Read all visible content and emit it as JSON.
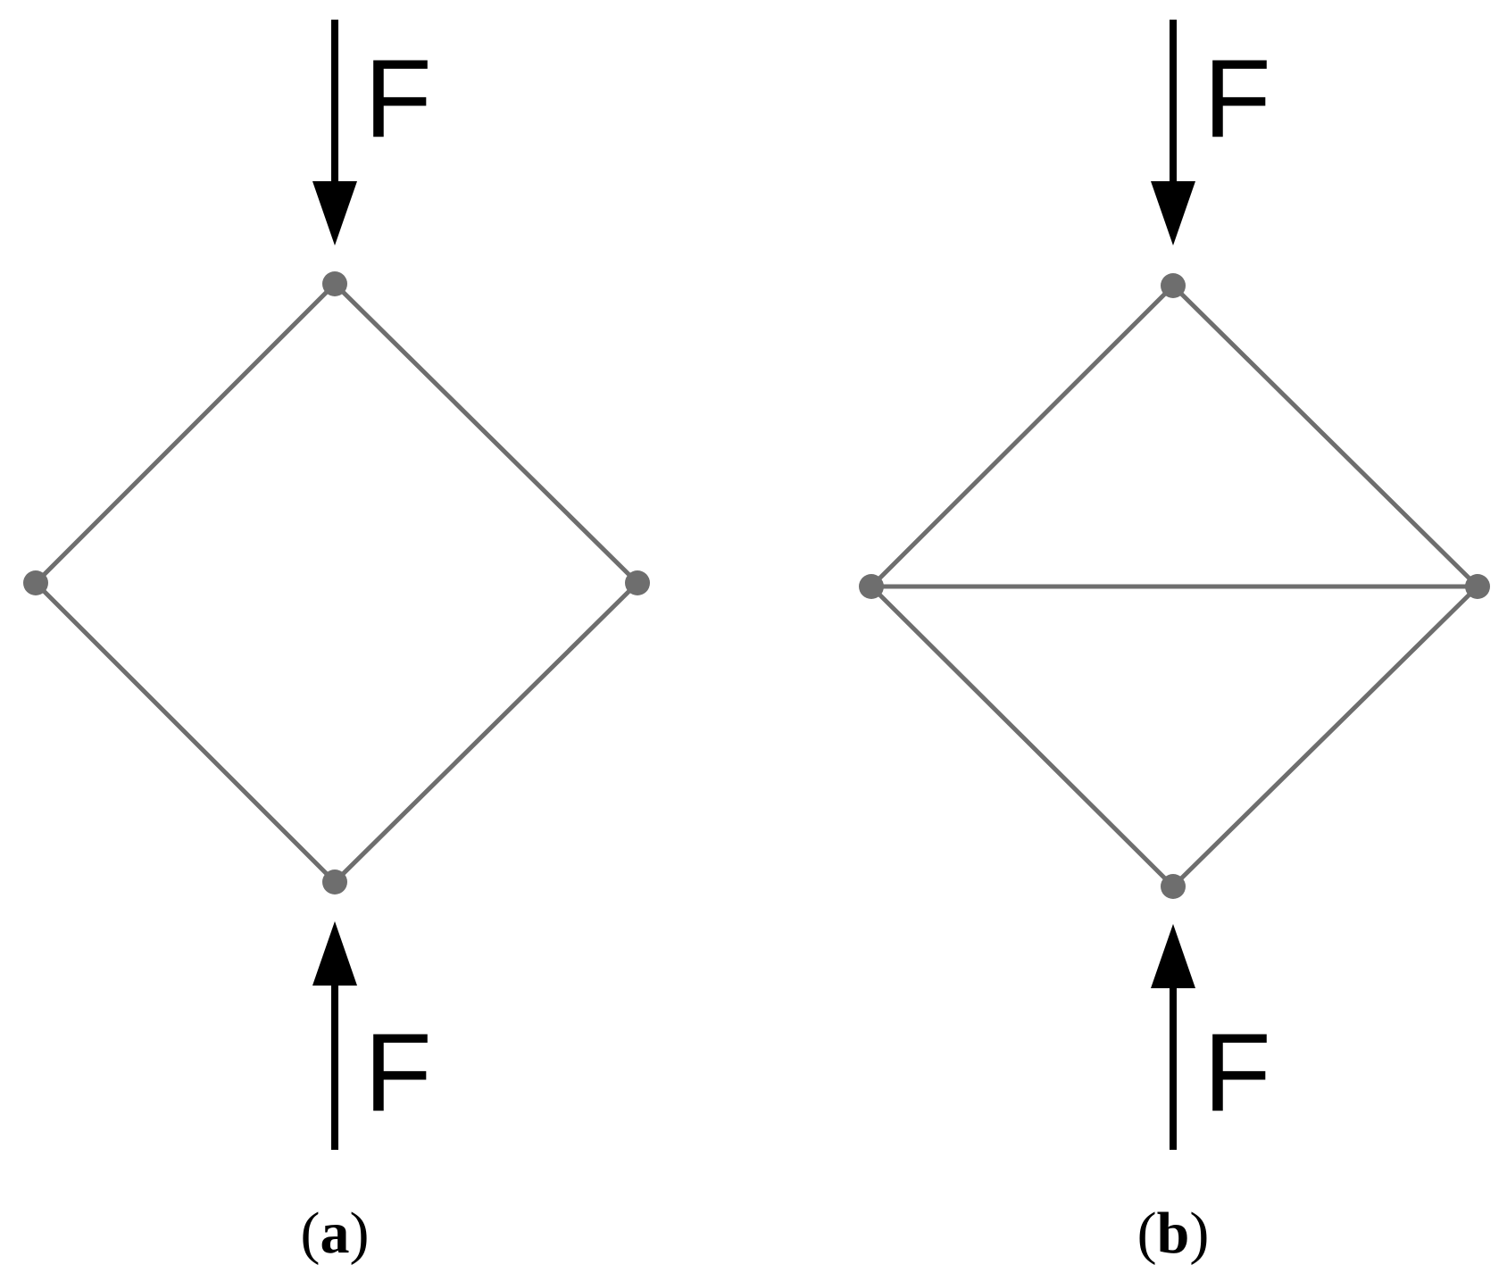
{
  "panels": [
    {
      "id": "a",
      "caption_open": "(",
      "caption_letter": "a",
      "caption_close": ")",
      "top_force_label": "F",
      "bottom_force_label": "F",
      "has_horizontal_member": false
    },
    {
      "id": "b",
      "caption_open": "(",
      "caption_letter": "b",
      "caption_close": ")",
      "top_force_label": "F",
      "bottom_force_label": "F",
      "has_horizontal_member": true
    }
  ],
  "colors": {
    "member": "#6e6e6e",
    "joint": "#6e6e6e",
    "force_arrow": "#000000"
  }
}
